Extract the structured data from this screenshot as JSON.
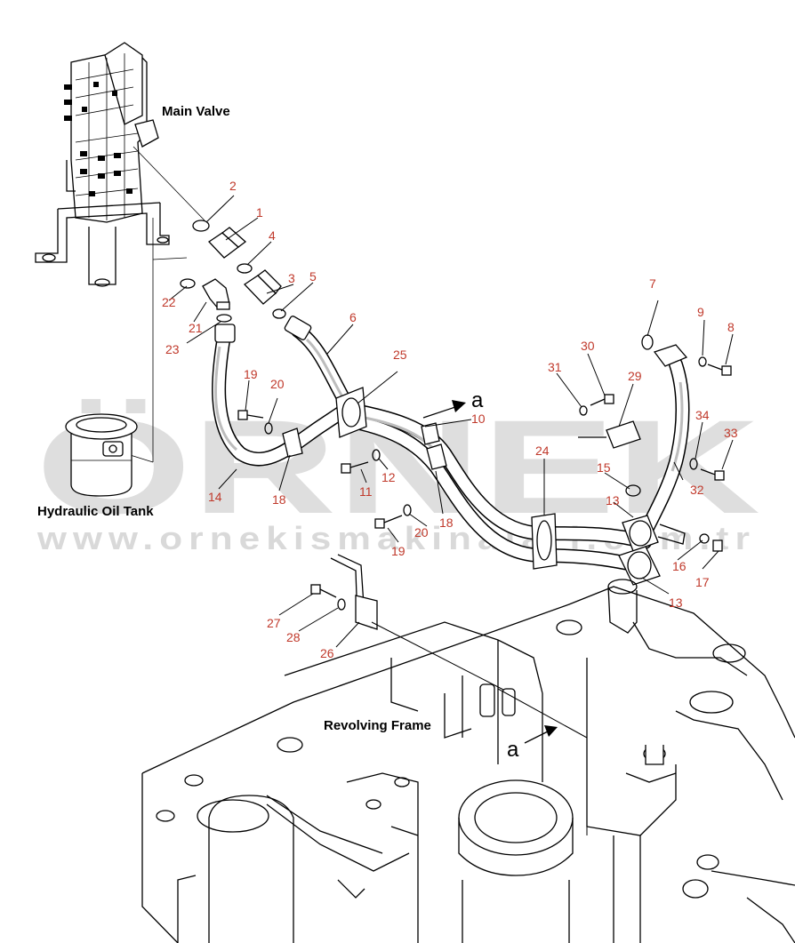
{
  "watermark": {
    "brand": "ÖRNEK",
    "url": "www.ornekismakinalari.com.tr",
    "color": "#d9d9d9",
    "accent_color": "#f0d800"
  },
  "labels": {
    "main_valve": "Main Valve",
    "hydraulic_oil_tank": "Hydraulic Oil Tank",
    "revolving_frame": "Revolving Frame",
    "view_arrow_upper": "a",
    "view_arrow_lower": "a"
  },
  "part_number_color": "#c0392b",
  "part_numbers": {
    "p1": "1",
    "p2": "2",
    "p3": "3",
    "p4": "4",
    "p5": "5",
    "p6": "6",
    "p7": "7",
    "p8": "8",
    "p9": "9",
    "p10": "10",
    "p11": "11",
    "p12": "12",
    "p13a": "13",
    "p13b": "13",
    "p14": "14",
    "p15": "15",
    "p16": "16",
    "p17": "17",
    "p18a": "18",
    "p18b": "18",
    "p19a": "19",
    "p19b": "19",
    "p20a": "20",
    "p20b": "20",
    "p21": "21",
    "p22": "22",
    "p23": "23",
    "p24": "24",
    "p25": "25",
    "p26": "26",
    "p27": "27",
    "p28": "28",
    "p29": "29",
    "p30": "30",
    "p31": "31",
    "p32": "32",
    "p33": "33",
    "p34": "34"
  }
}
